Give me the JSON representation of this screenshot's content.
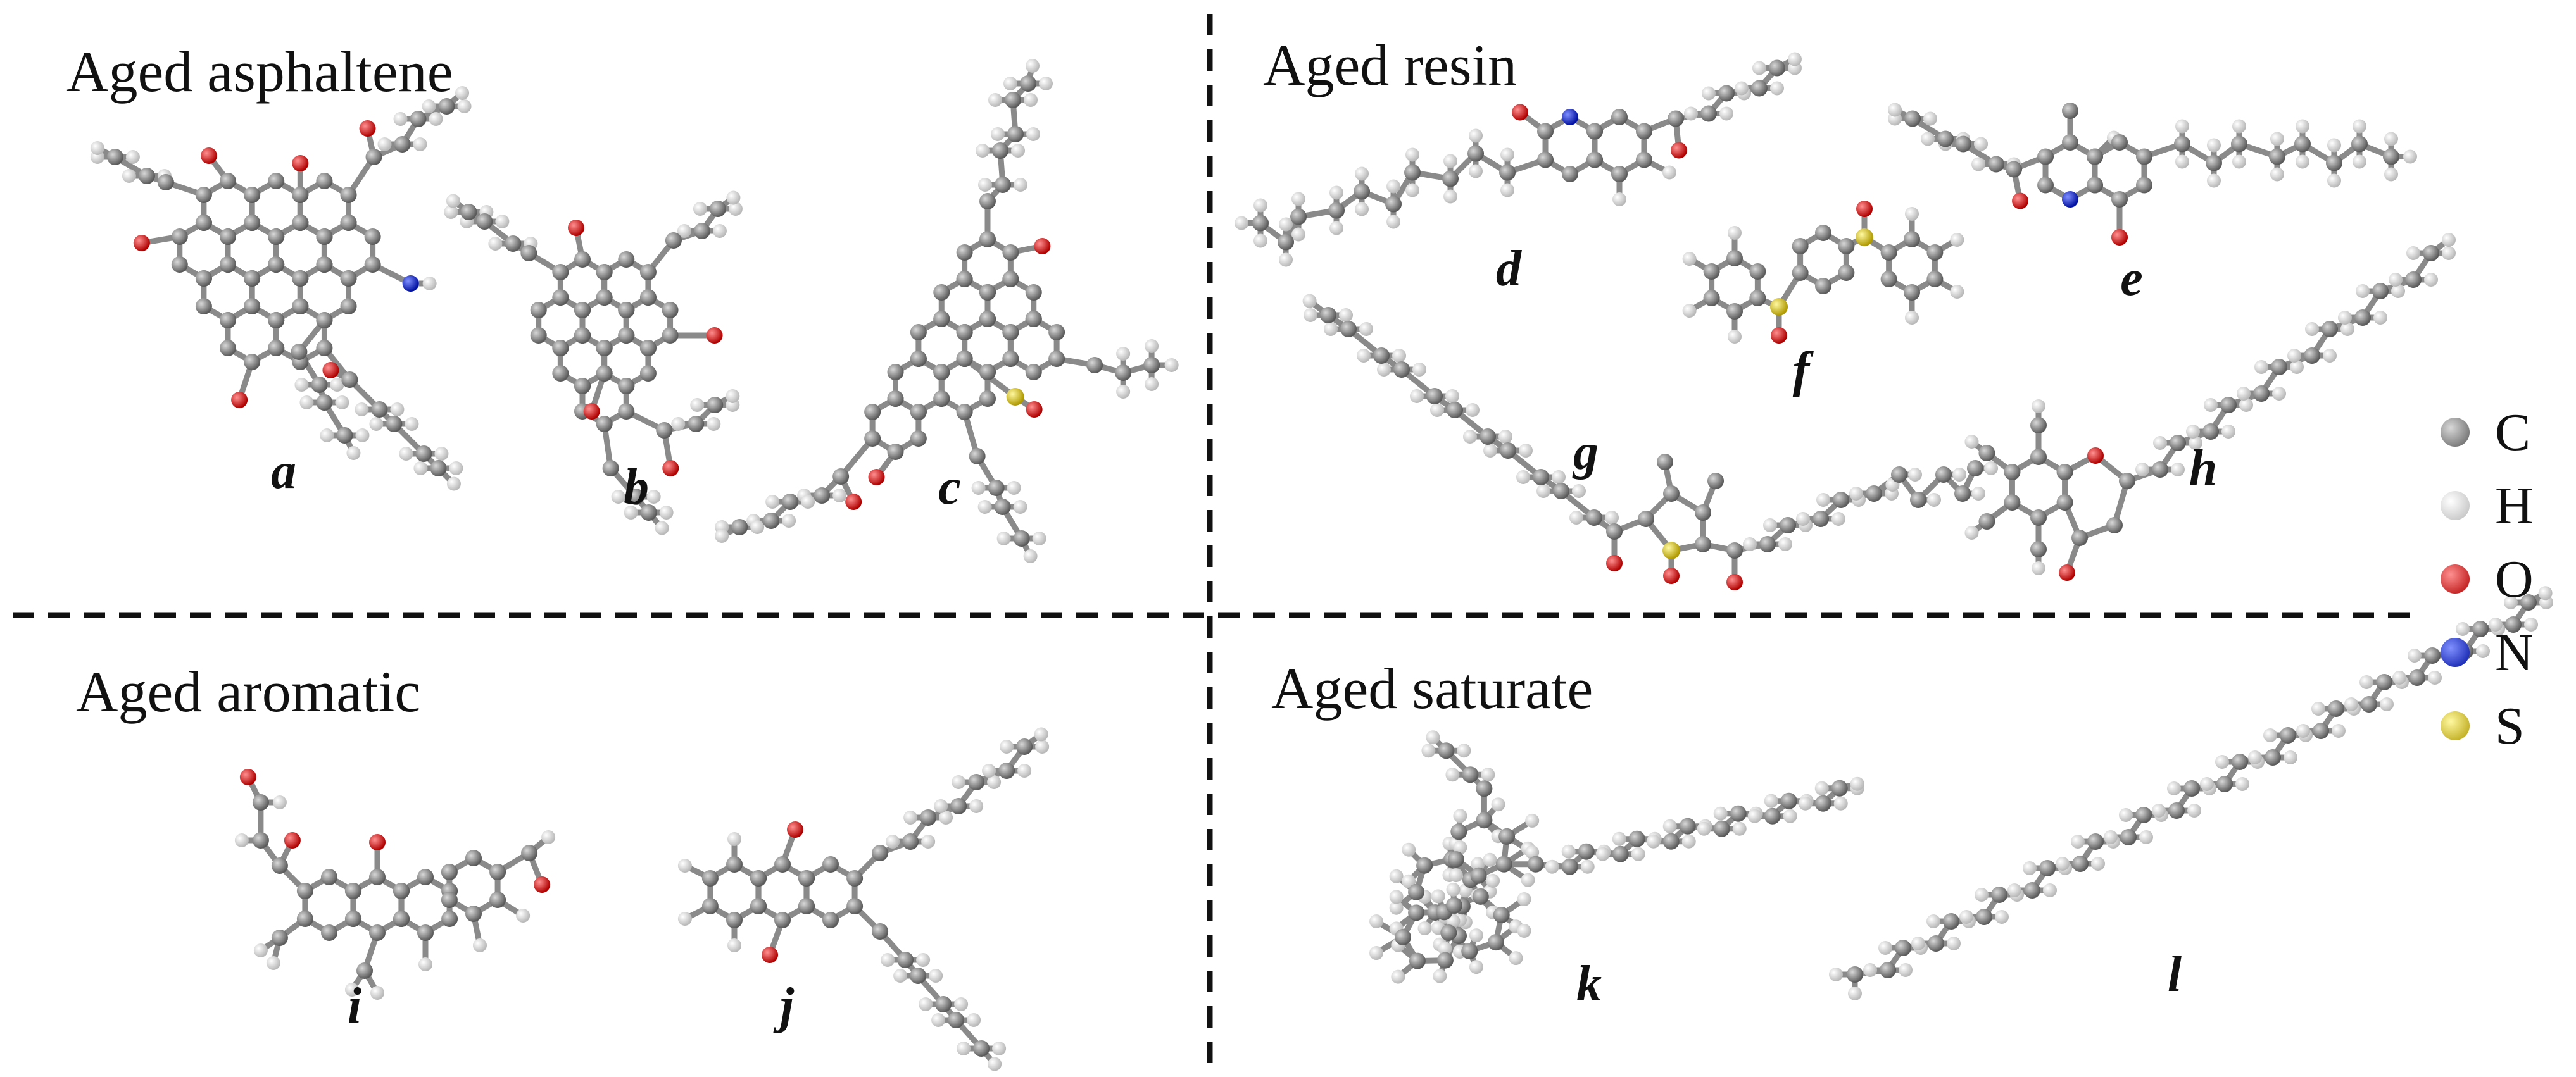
{
  "sections": {
    "top_left": "Aged asphaltene",
    "top_right": "Aged resin",
    "bottom_left": "Aged aromatic",
    "bottom_right": "Aged saturate"
  },
  "molecule_labels": {
    "a": "a",
    "b": "b",
    "c": "c",
    "d": "d",
    "e": "e",
    "f": "f",
    "g": "g",
    "h": "h",
    "i": "i",
    "j": "j",
    "k": "k",
    "l": "l"
  },
  "legend": [
    {
      "symbol": "C",
      "color": "#808080"
    },
    {
      "symbol": "H",
      "color": "#e8e8e8"
    },
    {
      "symbol": "O",
      "color": "#e01010"
    },
    {
      "symbol": "N",
      "color": "#1020e0"
    },
    {
      "symbol": "S",
      "color": "#e8d000"
    }
  ],
  "colors": {
    "carbon": "#808080",
    "hydrogen": "#e8e8e8",
    "oxygen": "#e01010",
    "nitrogen": "#1020e0",
    "sulfur": "#e8d000",
    "bond": "#8a8a8a",
    "divider": "#111111"
  }
}
